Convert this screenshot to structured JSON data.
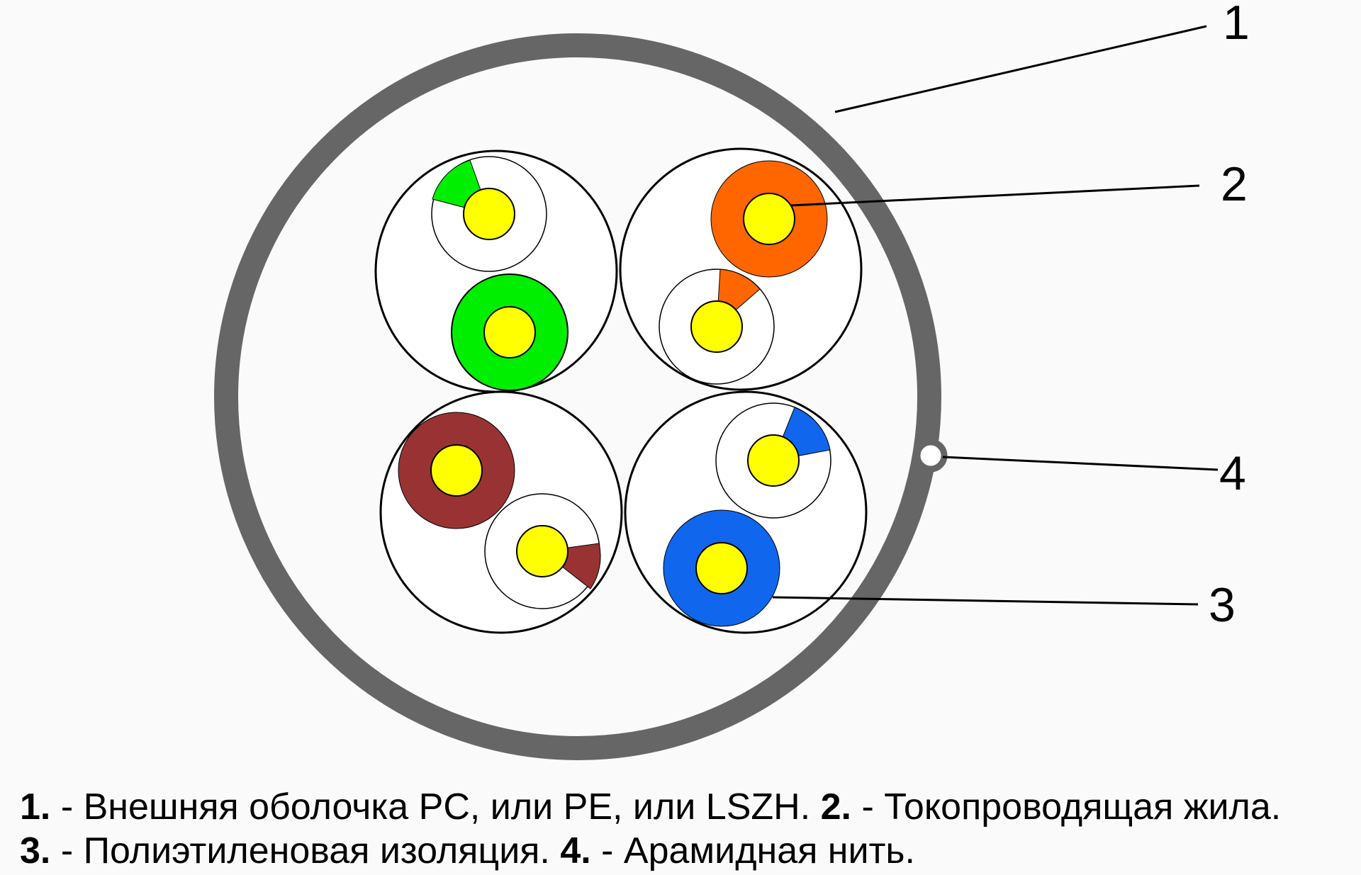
{
  "callouts": {
    "jacket": "1",
    "conductor": "2",
    "insulation": "3",
    "aramid": "4"
  },
  "legend": {
    "item1_num": "1.",
    "item1_text": " - Внешняя оболочка PC, или PE, или LSZH. ",
    "item2_num": "2.",
    "item2_text": " - Токопроводящая жила.",
    "item3_num": "3.",
    "item3_text": " - Полиэтиленовая изоляция. ",
    "item4_num": "4.",
    "item4_text": " - Арамидная нить."
  },
  "colors": {
    "background": "#fafafa",
    "jacket": "#666666",
    "conductor": "#ffff00",
    "green": "#00ee00",
    "orange": "#ff6600",
    "brown": "#993333",
    "blue": "#1166ee",
    "outline": "#000000"
  }
}
